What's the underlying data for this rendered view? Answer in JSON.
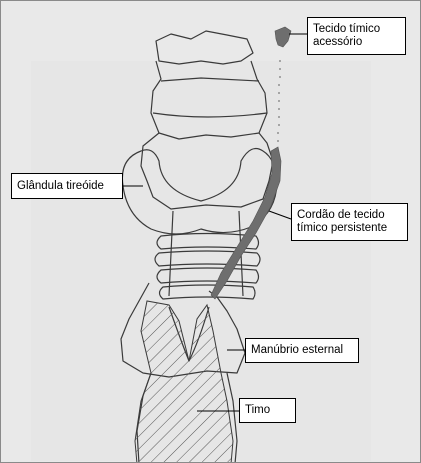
{
  "labels": {
    "accessory_thymic_tissue": {
      "line1": "Tecido tímico",
      "line2": "acessório"
    },
    "thyroid_gland": "Glândula tireóide",
    "persistent_thymic_cord": {
      "line1": "Cordão de tecido",
      "line2": "tímico persistente"
    },
    "manubrium": "Manúbrio esternal",
    "thymus": "Timo"
  },
  "colors": {
    "background": "#e9e9e9",
    "outline": "#3a3a3a",
    "thymic_tissue": "#6e6e6e",
    "hatch": "#555555"
  }
}
